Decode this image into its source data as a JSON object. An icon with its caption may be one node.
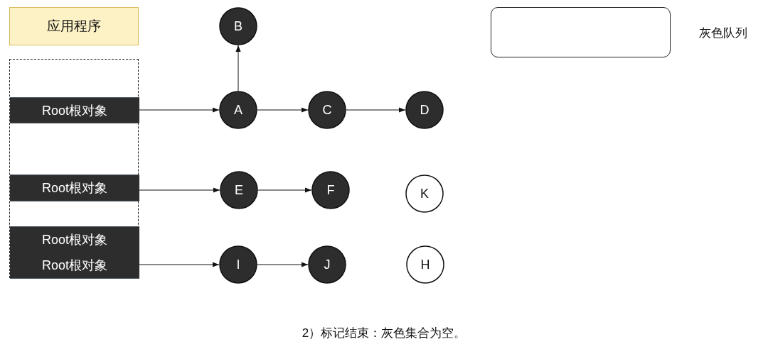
{
  "diagram": {
    "caption": "2）标记结束：灰色集合为空。",
    "nodes": [
      {
        "text": [
          "应用程序"
        ]
      },
      {
        "text": [],
        "shape": "box"
      },
      {
        "text": [
          "Root根对象"
        ],
        "in": 1
      },
      {
        "text": [
          "Root根对象"
        ],
        "in": 1
      },
      {
        "text": [
          "Root根对象",
          "Root根对象"
        ],
        "in": 1
      },
      {
        "text": [
          "B"
        ]
      },
      {
        "text": [
          "A"
        ]
      },
      {
        "text": [
          "C"
        ]
      },
      {
        "text": [
          "D"
        ]
      },
      {
        "text": [
          "E"
        ]
      },
      {
        "text": [
          "F"
        ]
      },
      {
        "text": [
          "K"
        ]
      },
      {
        "text": [
          "I"
        ]
      },
      {
        "text": [
          "J"
        ]
      },
      {
        "text": [
          "H"
        ]
      },
      {
        "text": [],
        "shape": "box",
        "beside": [
          "灰色队列"
        ]
      }
    ],
    "edges": [
      {
        "from": 2,
        "to": 6,
        "arrow": "to"
      },
      {
        "from": 6,
        "to": 5,
        "arrow": "to"
      },
      {
        "from": 6,
        "to": 7,
        "arrow": "to"
      },
      {
        "from": 7,
        "to": 8,
        "arrow": "to"
      },
      {
        "from": 3,
        "to": 9,
        "arrow": "to"
      },
      {
        "from": 9,
        "to": 10,
        "arrow": "to"
      },
      {
        "from": 4,
        "to": 12,
        "arrow": "to"
      },
      {
        "from": 12,
        "to": 13,
        "arrow": "to"
      }
    ]
  }
}
